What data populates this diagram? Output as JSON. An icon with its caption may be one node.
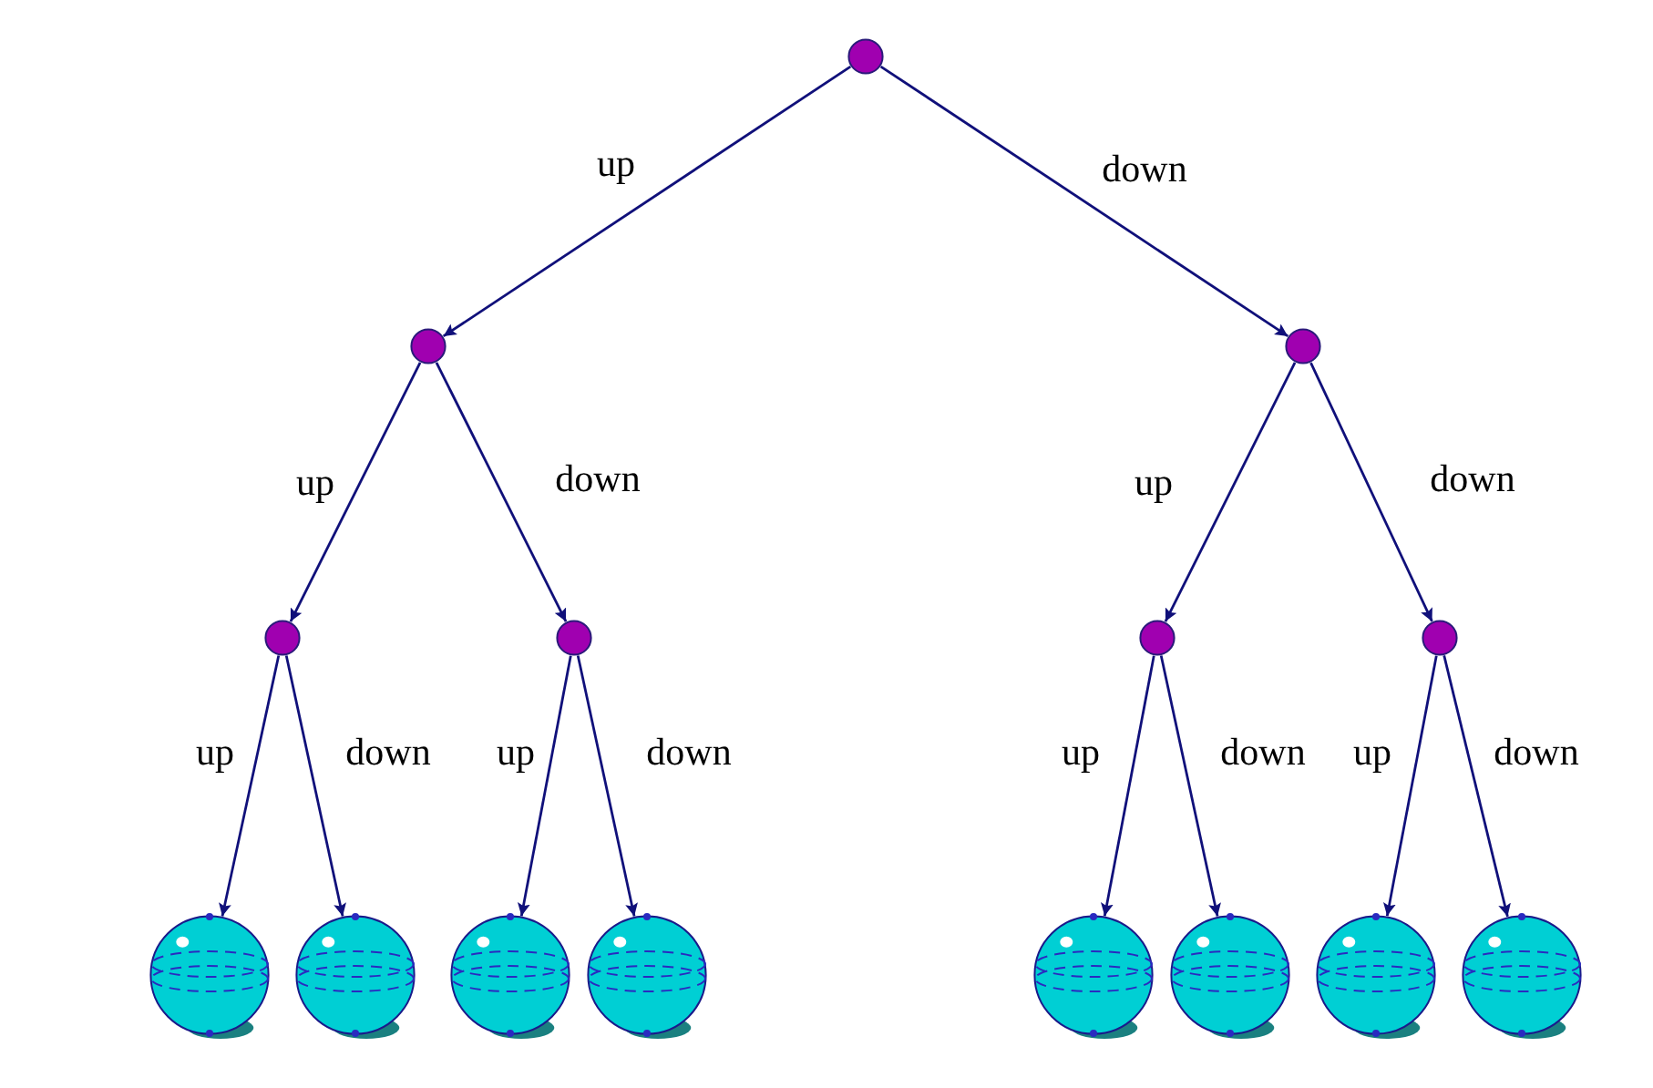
{
  "diagram": {
    "nodes": [
      {
        "text": [],
        "shape": "circle"
      },
      {
        "text": [],
        "shape": "circle"
      },
      {
        "text": [],
        "shape": "circle"
      },
      {
        "text": [],
        "shape": "circle"
      },
      {
        "text": [],
        "shape": "circle"
      },
      {
        "text": [],
        "shape": "circle"
      },
      {
        "text": [],
        "shape": "circle"
      },
      {
        "text": [],
        "shape": "sphere"
      },
      {
        "text": [],
        "shape": "sphere"
      },
      {
        "text": [],
        "shape": "sphere"
      },
      {
        "text": [],
        "shape": "sphere"
      },
      {
        "text": [],
        "shape": "sphere"
      },
      {
        "text": [],
        "shape": "sphere"
      },
      {
        "text": [],
        "shape": "sphere"
      },
      {
        "text": [],
        "shape": "sphere"
      }
    ],
    "edges": [
      {
        "from": 0,
        "to": 1,
        "arrow": "to",
        "label": "up"
      },
      {
        "from": 0,
        "to": 2,
        "arrow": "to",
        "label": "down"
      },
      {
        "from": 1,
        "to": 3,
        "arrow": "to",
        "label": "up"
      },
      {
        "from": 1,
        "to": 4,
        "arrow": "to",
        "label": "down"
      },
      {
        "from": 2,
        "to": 5,
        "arrow": "to",
        "label": "up"
      },
      {
        "from": 2,
        "to": 6,
        "arrow": "to",
        "label": "down"
      },
      {
        "from": 3,
        "to": 7,
        "arrow": "to",
        "label": "up"
      },
      {
        "from": 3,
        "to": 8,
        "arrow": "to",
        "label": "down"
      },
      {
        "from": 4,
        "to": 9,
        "arrow": "to",
        "label": "up"
      },
      {
        "from": 4,
        "to": 10,
        "arrow": "to",
        "label": "down"
      },
      {
        "from": 5,
        "to": 11,
        "arrow": "to",
        "label": "up"
      },
      {
        "from": 5,
        "to": 12,
        "arrow": "to",
        "label": "down"
      },
      {
        "from": 6,
        "to": 13,
        "arrow": "to",
        "label": "up"
      },
      {
        "from": 6,
        "to": 14,
        "arrow": "to",
        "label": "down"
      }
    ]
  }
}
